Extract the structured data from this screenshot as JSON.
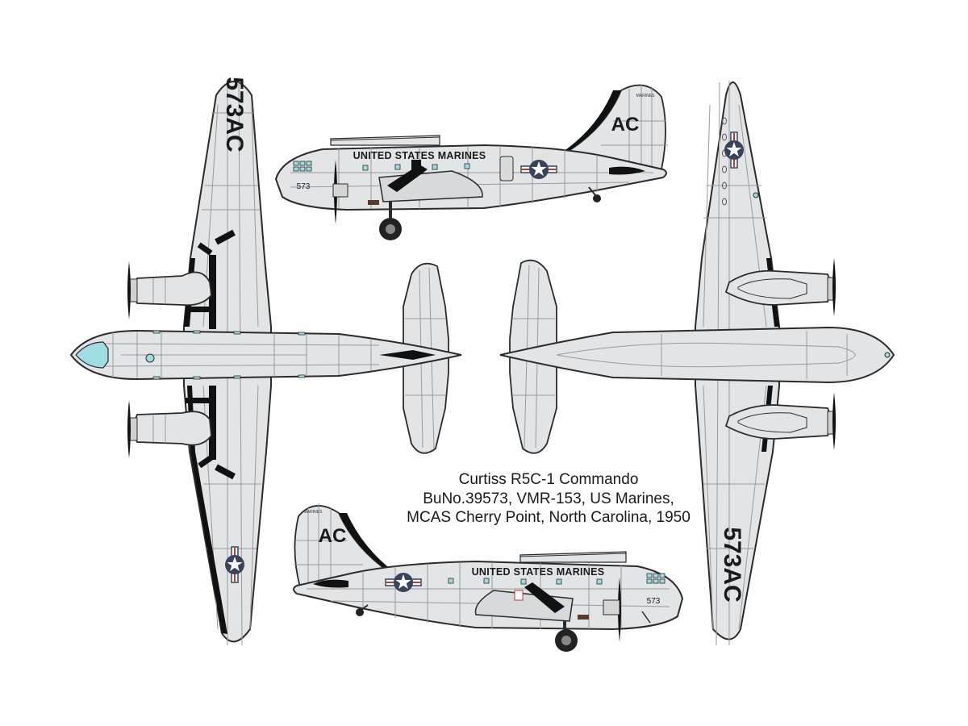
{
  "caption": {
    "line1": "Curtiss R5C-1 Commando",
    "line2": "BuNo.39573, VMR-153, US Marines,",
    "line3": "MCAS Cherry Point, North Carolina, 1950"
  },
  "markings": {
    "wing_code": "573AC",
    "tail_code": "AC",
    "fuselage_title": "UNITED STATES MARINES",
    "nose_number": "573",
    "fin_text": "MARINES"
  },
  "colors": {
    "airframe": "#e3e4e5",
    "panel_lines": "#8d8d8d",
    "outline": "#2b2b2b",
    "anti_glare": "#111111",
    "glazing": "#9fdde0",
    "roundel_blue": "#39445c",
    "roundel_red": "#c8372d"
  }
}
